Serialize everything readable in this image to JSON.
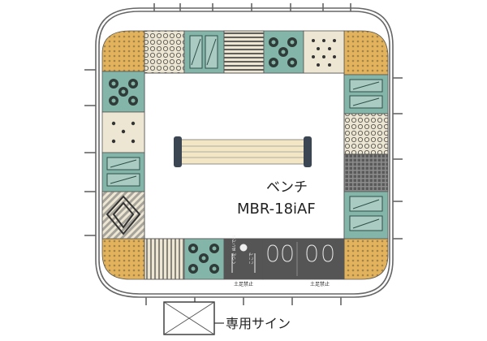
{
  "labels": {
    "bench_jp": "ベンチ",
    "bench_model": "MBR-18iAF",
    "sign": "専用サイン",
    "no_shoes_left": "土足禁止",
    "no_shoes_right": "土足禁止",
    "mat_small_1": "くつを ぬいでね",
    "mat_small_2": "ここで"
  },
  "colors": {
    "background": "#ffffff",
    "outline": "#555555",
    "handrail": "#666666",
    "teal_panel": "#84b5a9",
    "cream_panel": "#ede6d3",
    "ochre_corner": "#e2b35c",
    "dark_mat": "#555555",
    "grey_grid": "#8c8c8c",
    "bench_wood": "#f2e6c4",
    "bench_frame": "#3c4652"
  }
}
